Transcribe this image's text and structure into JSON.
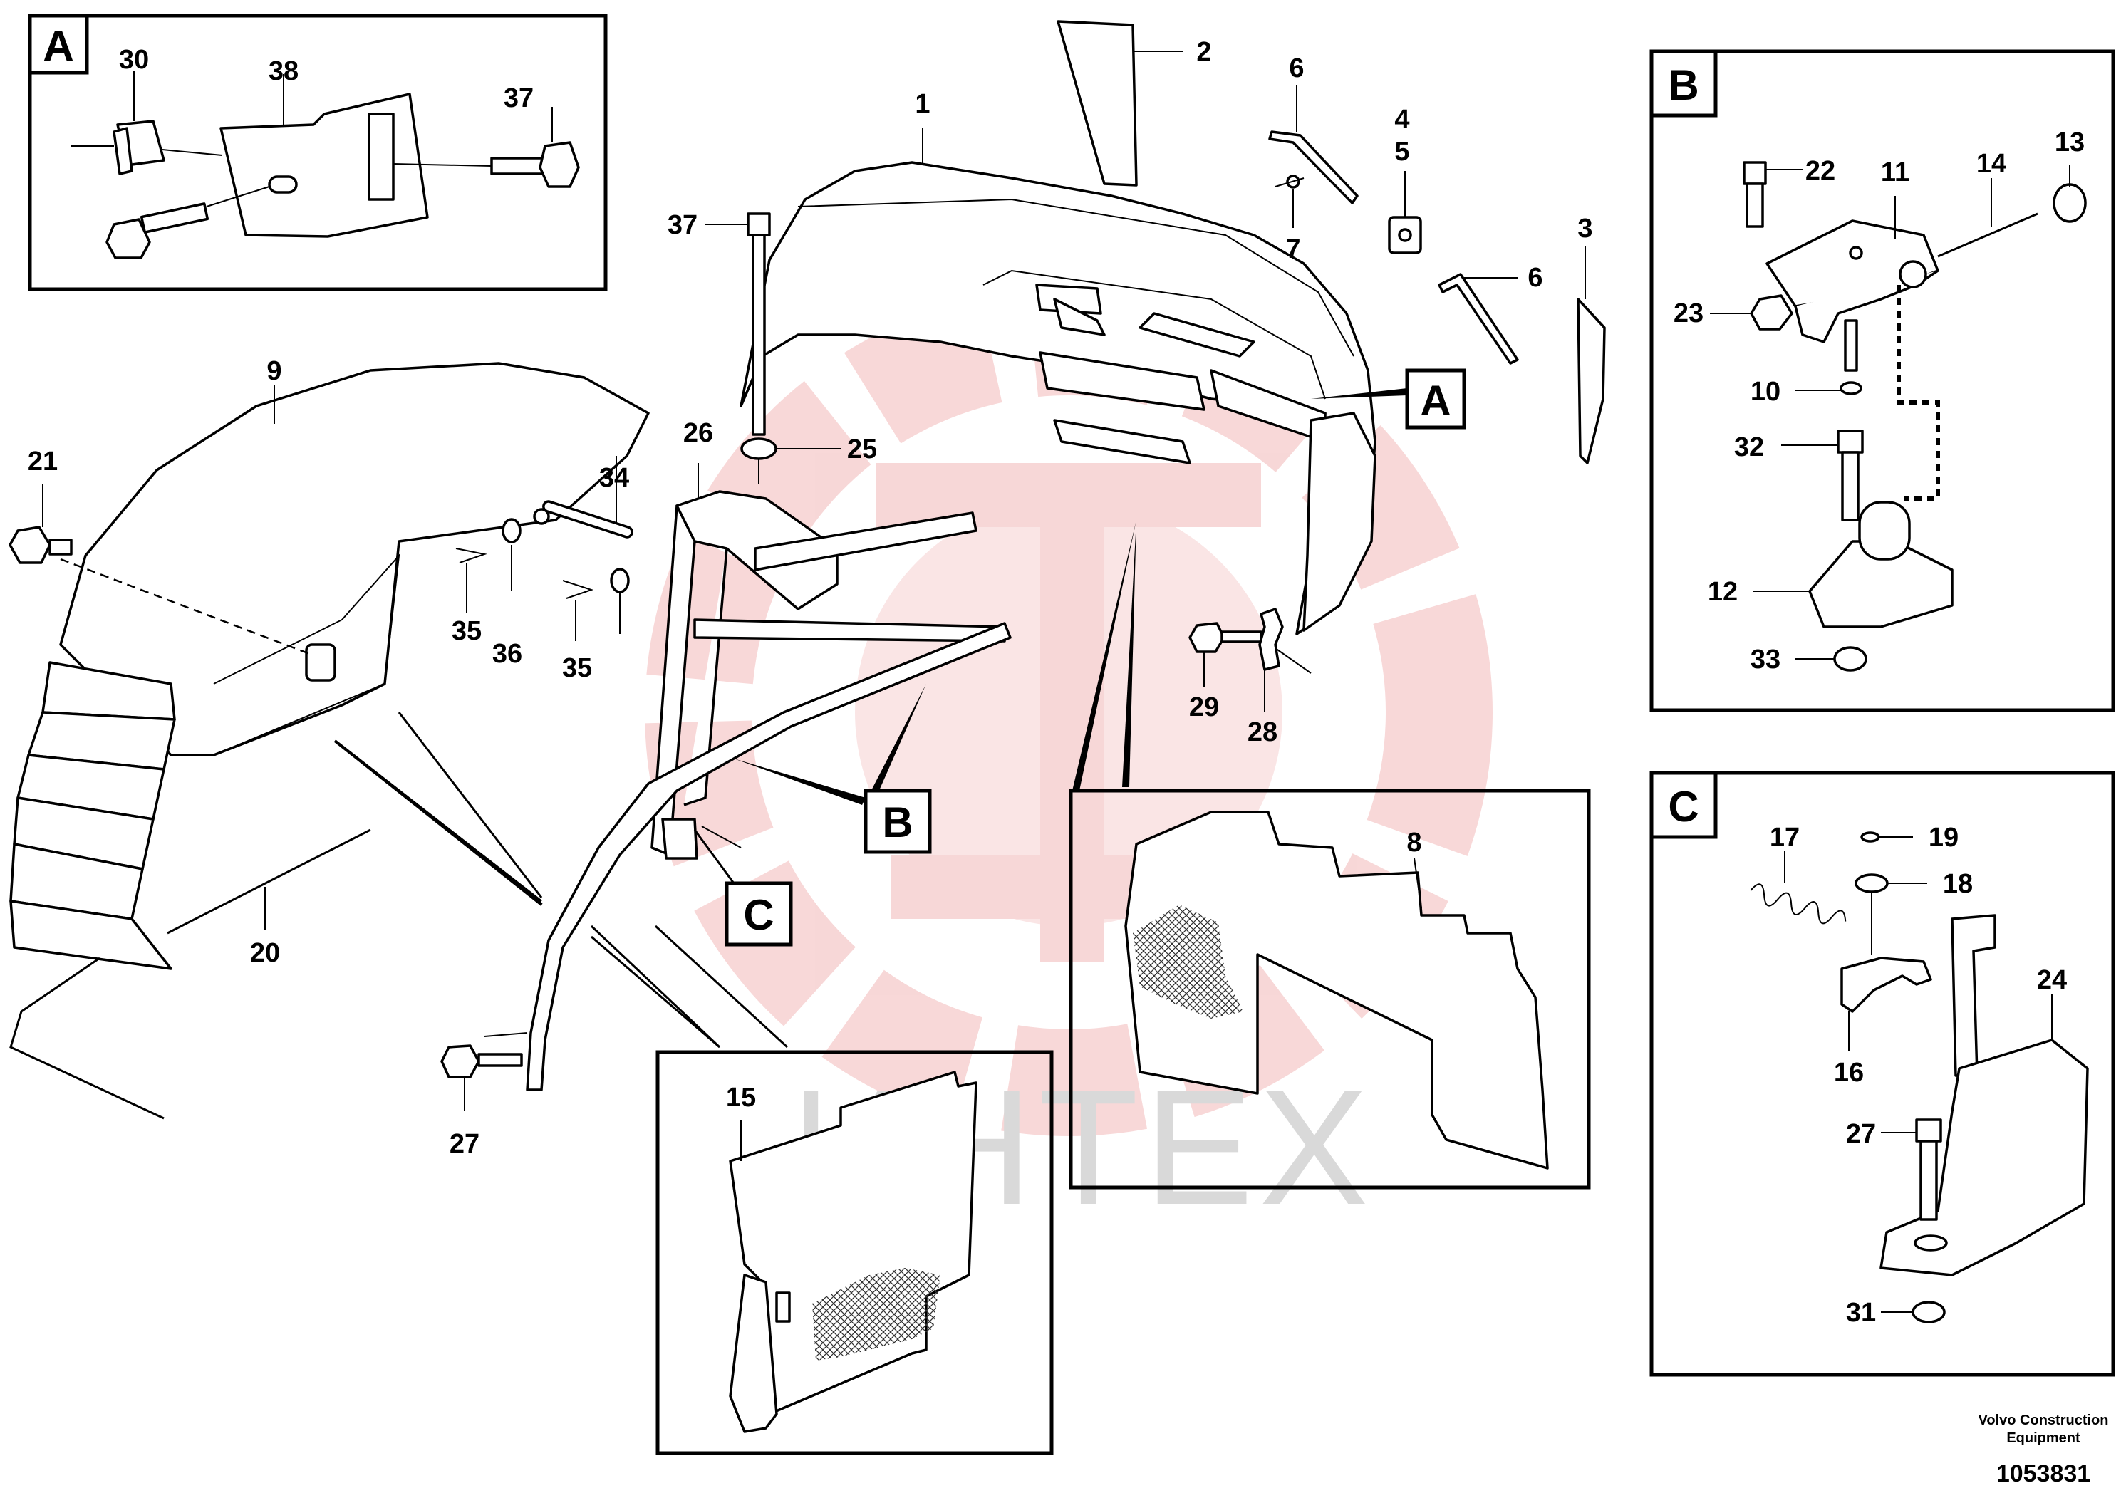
{
  "callouts": {
    "A": "A",
    "B": "B",
    "C": "C"
  },
  "part_numbers": {
    "p1": "1",
    "p2": "2",
    "p3": "3",
    "p4": "4",
    "p5": "5",
    "p6a": "6",
    "p6b": "6",
    "p7": "7",
    "p8": "8",
    "p9": "9",
    "p10": "10",
    "p11": "11",
    "p12": "12",
    "p13": "13",
    "p14": "14",
    "p15": "15",
    "p16": "16",
    "p17": "17",
    "p18": "18",
    "p19": "19",
    "p20": "20",
    "p21": "21",
    "p22": "22",
    "p23": "23",
    "p24": "24",
    "p25": "25",
    "p26": "26",
    "p27a": "27",
    "p27b": "27",
    "p28": "28",
    "p29": "29",
    "p30": "30",
    "p31": "31",
    "p32": "32",
    "p33": "33",
    "p34": "34",
    "p35a": "35",
    "p35b": "35",
    "p36": "36",
    "p37a": "37",
    "p37b": "37",
    "p38": "38"
  },
  "watermark": {
    "text": "ИНТЕХ",
    "logo_color": "#f2b8b8",
    "text_color": "#d8d8d8"
  },
  "footer": {
    "credit_line1": "Volvo Construction",
    "credit_line2": "Equipment",
    "doc_number": "1053831"
  }
}
